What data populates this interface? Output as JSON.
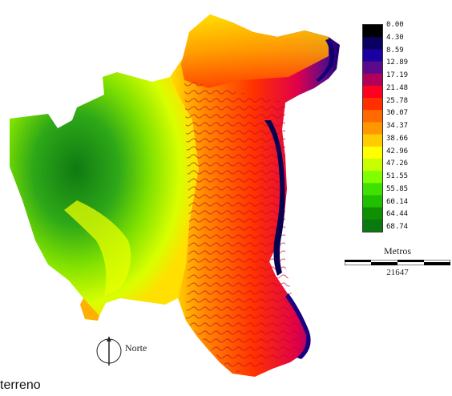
{
  "legend": {
    "colors": [
      "#000000",
      "#0a0060",
      "#1a00a0",
      "#5a0a8a",
      "#b0005a",
      "#ff0020",
      "#ff3000",
      "#ff6a00",
      "#ff9800",
      "#ffcc00",
      "#ffff00",
      "#c8ff00",
      "#80ff00",
      "#40e000",
      "#20c000",
      "#109000",
      "#0a7a10"
    ],
    "values": [
      "0.00",
      "4.30",
      "8.59",
      "12.89",
      "17.19",
      "21.48",
      "25.78",
      "30.07",
      "34.37",
      "38.66",
      "42.96",
      "47.26",
      "51.55",
      "55.85",
      "60.14",
      "64.44",
      "68.74"
    ]
  },
  "scale": {
    "title": "Metros",
    "value": "21647"
  },
  "north": {
    "label": "Norte"
  },
  "caption": "terreno"
}
